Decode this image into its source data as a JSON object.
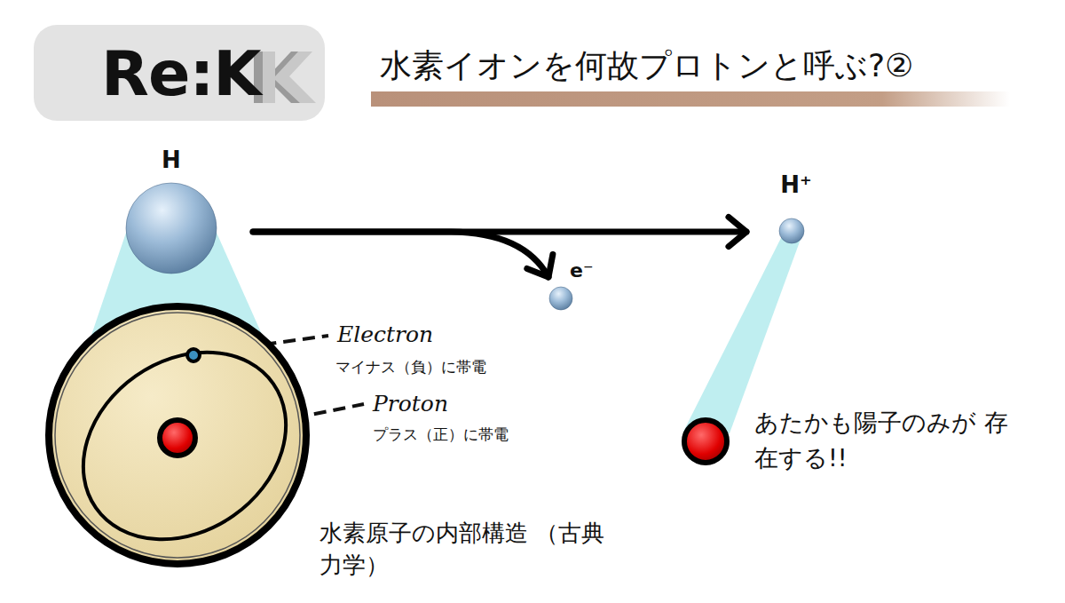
{
  "diagram": {
    "title": "水素イオンを何故プロトンと呼ぶ?②",
    "nodes": [
      {
        "text": [
          "Re:K"
        ]
      },
      {
        "text": [
          "H"
        ]
      },
      {
        "text": [
          "水素原子の内部構造 （古典力学）"
        ]
      },
      {
        "text": [
          "e⁻"
        ]
      },
      {
        "text": [
          "H⁺"
        ]
      },
      {
        "text": [
          "あたかも陽子のみが 存在する!!"
        ]
      }
    ],
    "edges": [
      {
        "from": 1,
        "to": 4,
        "arrow": "to"
      },
      {
        "from": 1,
        "to": 3,
        "arrow": "to"
      }
    ],
    "labels": [
      "Electron",
      "マイナス（負）に帯電",
      "Proton",
      "プラス（正）に帯電"
    ]
  }
}
